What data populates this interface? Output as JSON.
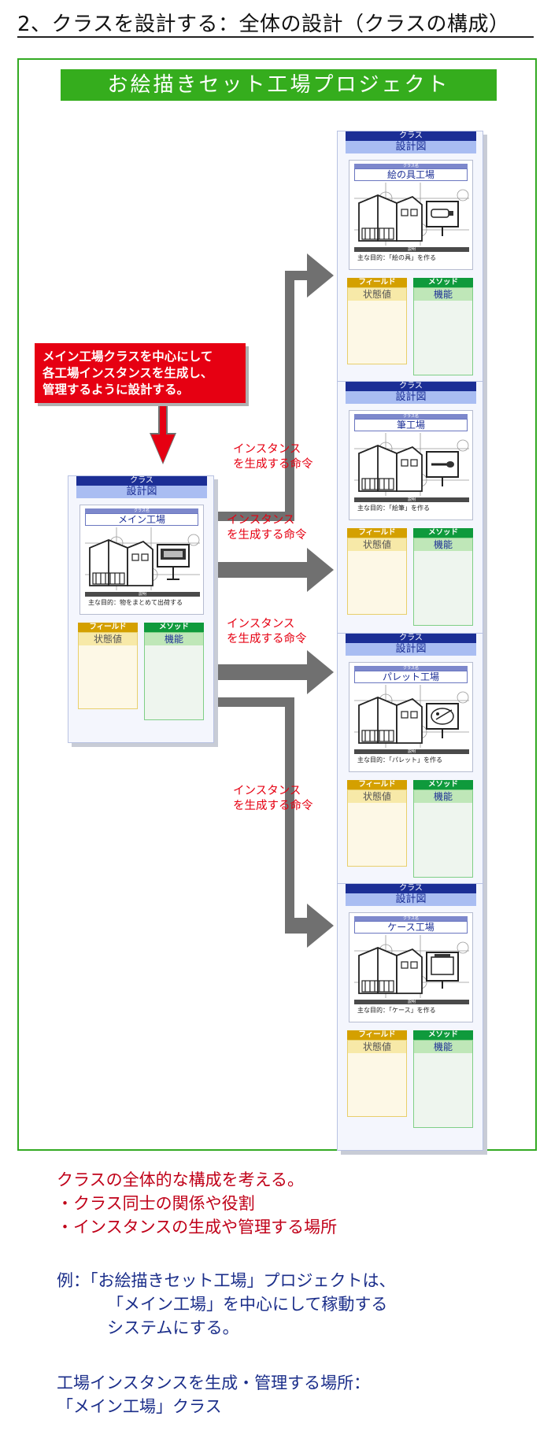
{
  "page": {
    "title": "2、クラスを設計する：全体の設計（クラスの構成）",
    "project_name": "お絵描きセット工場プロジェクト"
  },
  "callout": {
    "lines": [
      "メイン工場クラスを中心にして",
      "各工場インスタンスを生成し、",
      "管理するように設計する。"
    ]
  },
  "arrows": [
    {
      "label_line1": "インスタンス",
      "label_line2": "を生成する命令"
    },
    {
      "label_line1": "インスタンス",
      "label_line2": "を生成する命令"
    },
    {
      "label_line1": "インスタンス",
      "label_line2": "を生成する命令"
    },
    {
      "label_line1": "インスタンス",
      "label_line2": "を生成する命令"
    }
  ],
  "colors": {
    "frame_border": "#33aa22",
    "banner": "#35ad1d",
    "callout": "#e60012",
    "arrow": "#707070",
    "card_header": "#1b2e95",
    "field_label": "#d4a000",
    "method_label": "#0f9a3c"
  },
  "cards": [
    {
      "id": "main",
      "header": "クラス",
      "subheader": "設計図",
      "name_caption": "クラス名",
      "name": "メイン工場",
      "product_icon": "monitor-icon",
      "desc_caption": "説明",
      "desc": "主な目的：物をまとめて出荷する",
      "field_label": "フィールド",
      "field_value": "状態値",
      "method_label": "メソッド",
      "method_value": "機能"
    },
    {
      "id": "paint",
      "header": "クラス",
      "subheader": "設計図",
      "name_caption": "クラス名",
      "name": "絵の具工場",
      "product_icon": "paint-tube-icon",
      "desc_caption": "説明",
      "desc": "主な目的：「絵の具」を作る",
      "field_label": "フィールド",
      "field_value": "状態値",
      "method_label": "メソッド",
      "method_value": "機能"
    },
    {
      "id": "brush",
      "header": "クラス",
      "subheader": "設計図",
      "name_caption": "クラス名",
      "name": "筆工場",
      "product_icon": "brush-icon",
      "desc_caption": "説明",
      "desc": "主な目的：「絵筆」を作る",
      "field_label": "フィールド",
      "field_value": "状態値",
      "method_label": "メソッド",
      "method_value": "機能"
    },
    {
      "id": "palette",
      "header": "クラス",
      "subheader": "設計図",
      "name_caption": "クラス名",
      "name": "パレット工場",
      "product_icon": "palette-icon",
      "desc_caption": "説明",
      "desc": "主な目的：「パレット」を作る",
      "field_label": "フィールド",
      "field_value": "状態値",
      "method_label": "メソッド",
      "method_value": "機能"
    },
    {
      "id": "case",
      "header": "クラス",
      "subheader": "設計図",
      "name_caption": "クラス名",
      "name": "ケース工場",
      "product_icon": "case-icon",
      "desc_caption": "説明",
      "desc": "主な目的：「ケース」を作る",
      "field_label": "フィールド",
      "field_value": "状態値",
      "method_label": "メソッド",
      "method_value": "機能"
    }
  ],
  "summary": {
    "heading": "クラスの全体的な構成を考える。",
    "bullet1": "・クラス同士の関係や役割",
    "bullet2": "・インスタンスの生成や管理する場所",
    "example_line1": "例：「お絵描きセット工場」プロジェクトは、",
    "example_line2": "「メイン工場」を中心にして稼動する",
    "example_line3": "システムにする。",
    "place_line1": "工場インスタンスを生成・管理する場所：",
    "place_line2": "「メイン工場」クラス"
  }
}
